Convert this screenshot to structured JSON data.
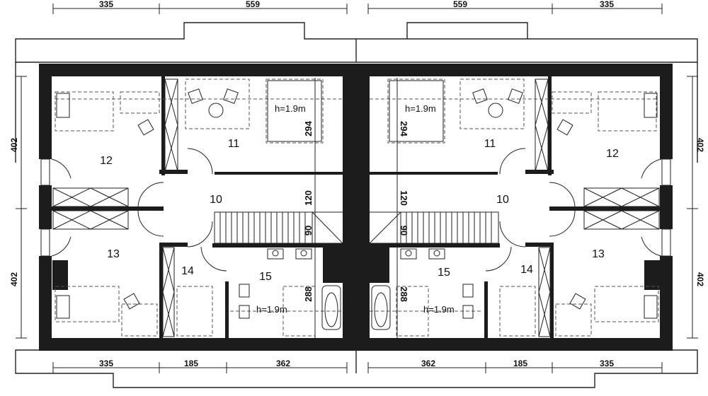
{
  "dimensions": {
    "top": [
      "335",
      "559",
      "559",
      "335"
    ],
    "bottom": [
      "335",
      "185",
      "362",
      "362",
      "185",
      "335"
    ],
    "left": [
      "402",
      "402"
    ],
    "right": [
      "402",
      "402"
    ],
    "internal": [
      "294",
      "294",
      "120",
      "120",
      "90",
      "90",
      "288",
      "288"
    ]
  },
  "ceiling_notes": [
    "h=1.9m",
    "h=1.9m",
    "h=1.9m",
    "h=1.9m"
  ],
  "rooms_left": [
    "12",
    "11",
    "10",
    "13",
    "14",
    "15"
  ],
  "rooms_right": [
    "11",
    "12",
    "10",
    "15",
    "14",
    "13"
  ],
  "colors": {
    "wall": "#1c1c1c",
    "line": "#222222",
    "dash": "#555555",
    "paper": "#ffffff"
  }
}
